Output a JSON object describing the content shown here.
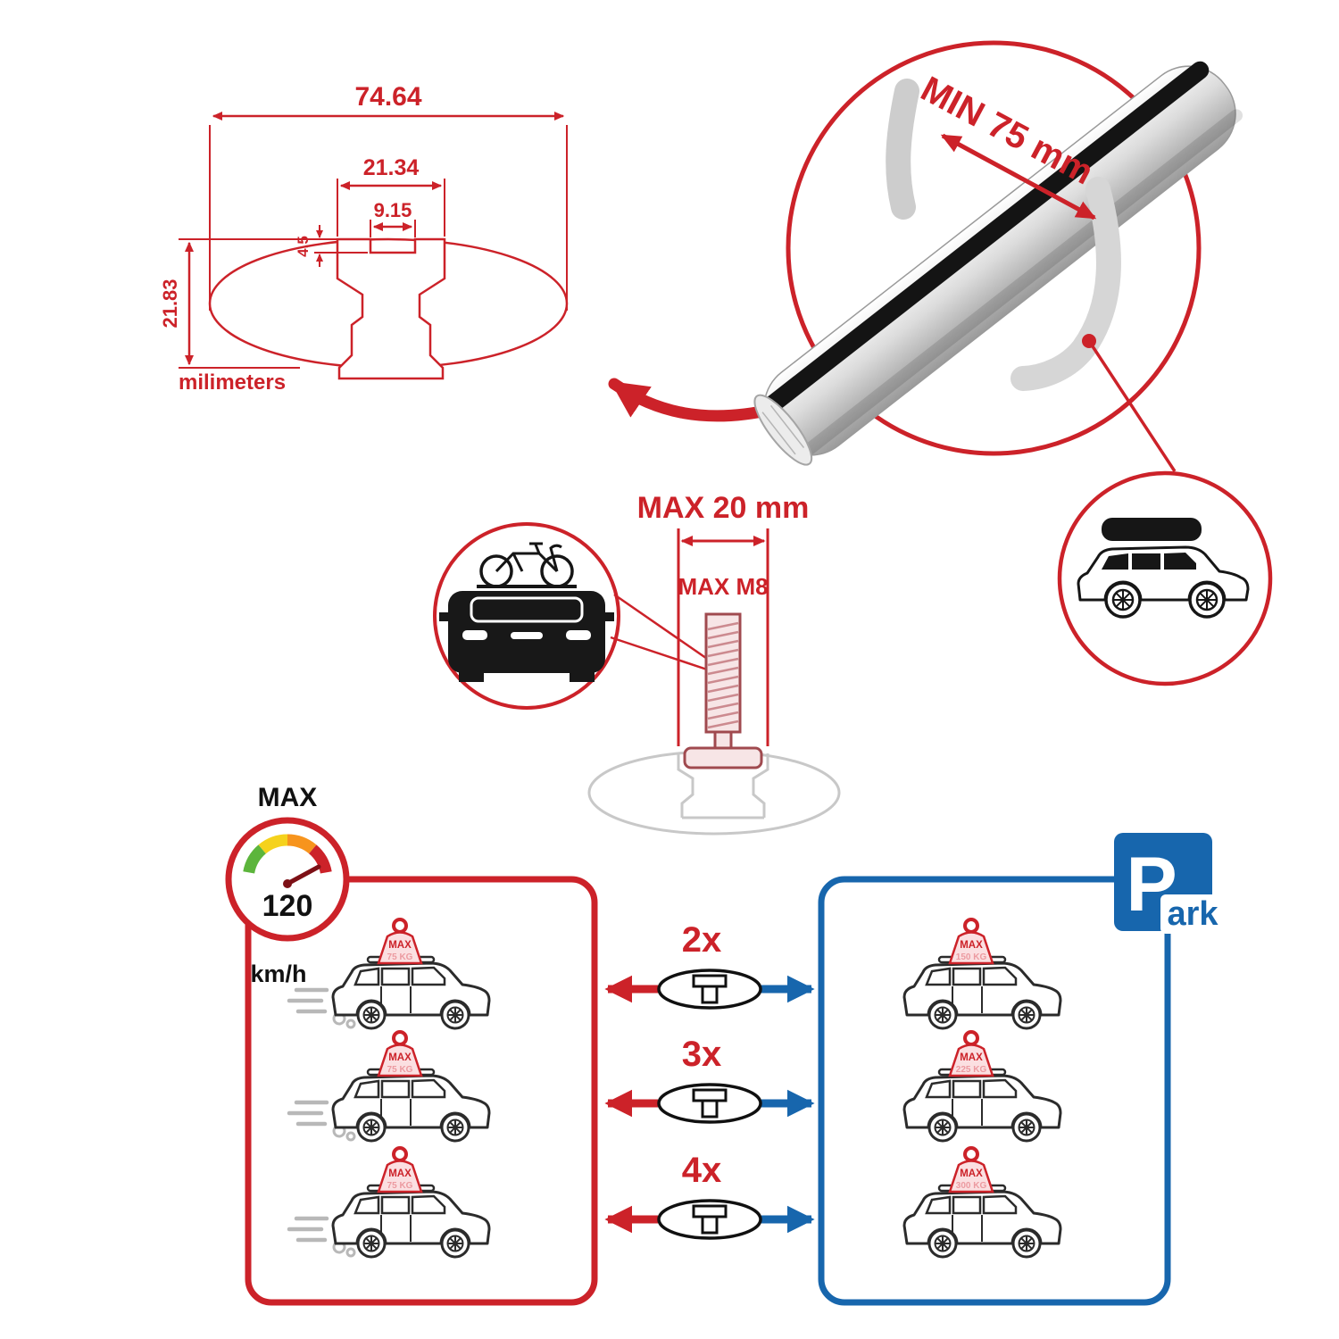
{
  "colors": {
    "red": "#cc2229",
    "blue": "#1766ad",
    "gray": "#c8c8c8",
    "black": "#111111"
  },
  "cross_section": {
    "dim_total_width": "74.64",
    "dim_channel_width": "21.34",
    "dim_slot_width": "9.15",
    "dim_slot_depth": "4.5",
    "dim_height": "21.83",
    "units_label": "milimeters"
  },
  "bar_detail": {
    "min_span_label": "MIN 75 mm"
  },
  "bolt": {
    "max_width_label": "MAX 20 mm",
    "thread_label": "MAX M8"
  },
  "speed_limit": {
    "title": "MAX",
    "value": "120",
    "unit": "km/h"
  },
  "parking": {
    "p": "P",
    "ark": "ark"
  },
  "load_rows": [
    {
      "count": "2x"
    },
    {
      "count": "3x"
    },
    {
      "count": "4x"
    }
  ],
  "left_cars": [
    {
      "sign_line1": "MAX",
      "sign_line2": "75 KG"
    },
    {
      "sign_line1": "MAX",
      "sign_line2": "75 KG"
    },
    {
      "sign_line1": "MAX",
      "sign_line2": "75 KG"
    }
  ],
  "right_cars": [
    {
      "sign_line1": "MAX",
      "sign_line2": "150 KG"
    },
    {
      "sign_line1": "MAX",
      "sign_line2": "225 KG"
    },
    {
      "sign_line1": "MAX",
      "sign_line2": "300 KG"
    }
  ]
}
